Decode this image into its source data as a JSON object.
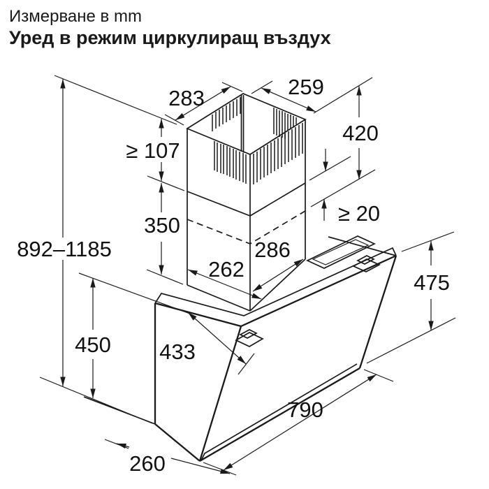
{
  "header": {
    "line1": "Измерване в mm",
    "line2": "Уред в режим циркулиращ въздух"
  },
  "units": "mm",
  "dimensions": {
    "chimney_width": "283",
    "chimney_depth": "259",
    "upper_duct_height": "420",
    "ceiling_clearance": "≥ 107",
    "lower_duct_height": "350",
    "min_overlap": "≥ 20",
    "mounting_height_range": "892–1185",
    "duct_base_width": "262",
    "duct_base_depth": "286",
    "body_height_right": "475",
    "body_height_left": "450",
    "panel_slant_length": "433",
    "hood_width": "790",
    "bottom_depth": "260"
  }
}
